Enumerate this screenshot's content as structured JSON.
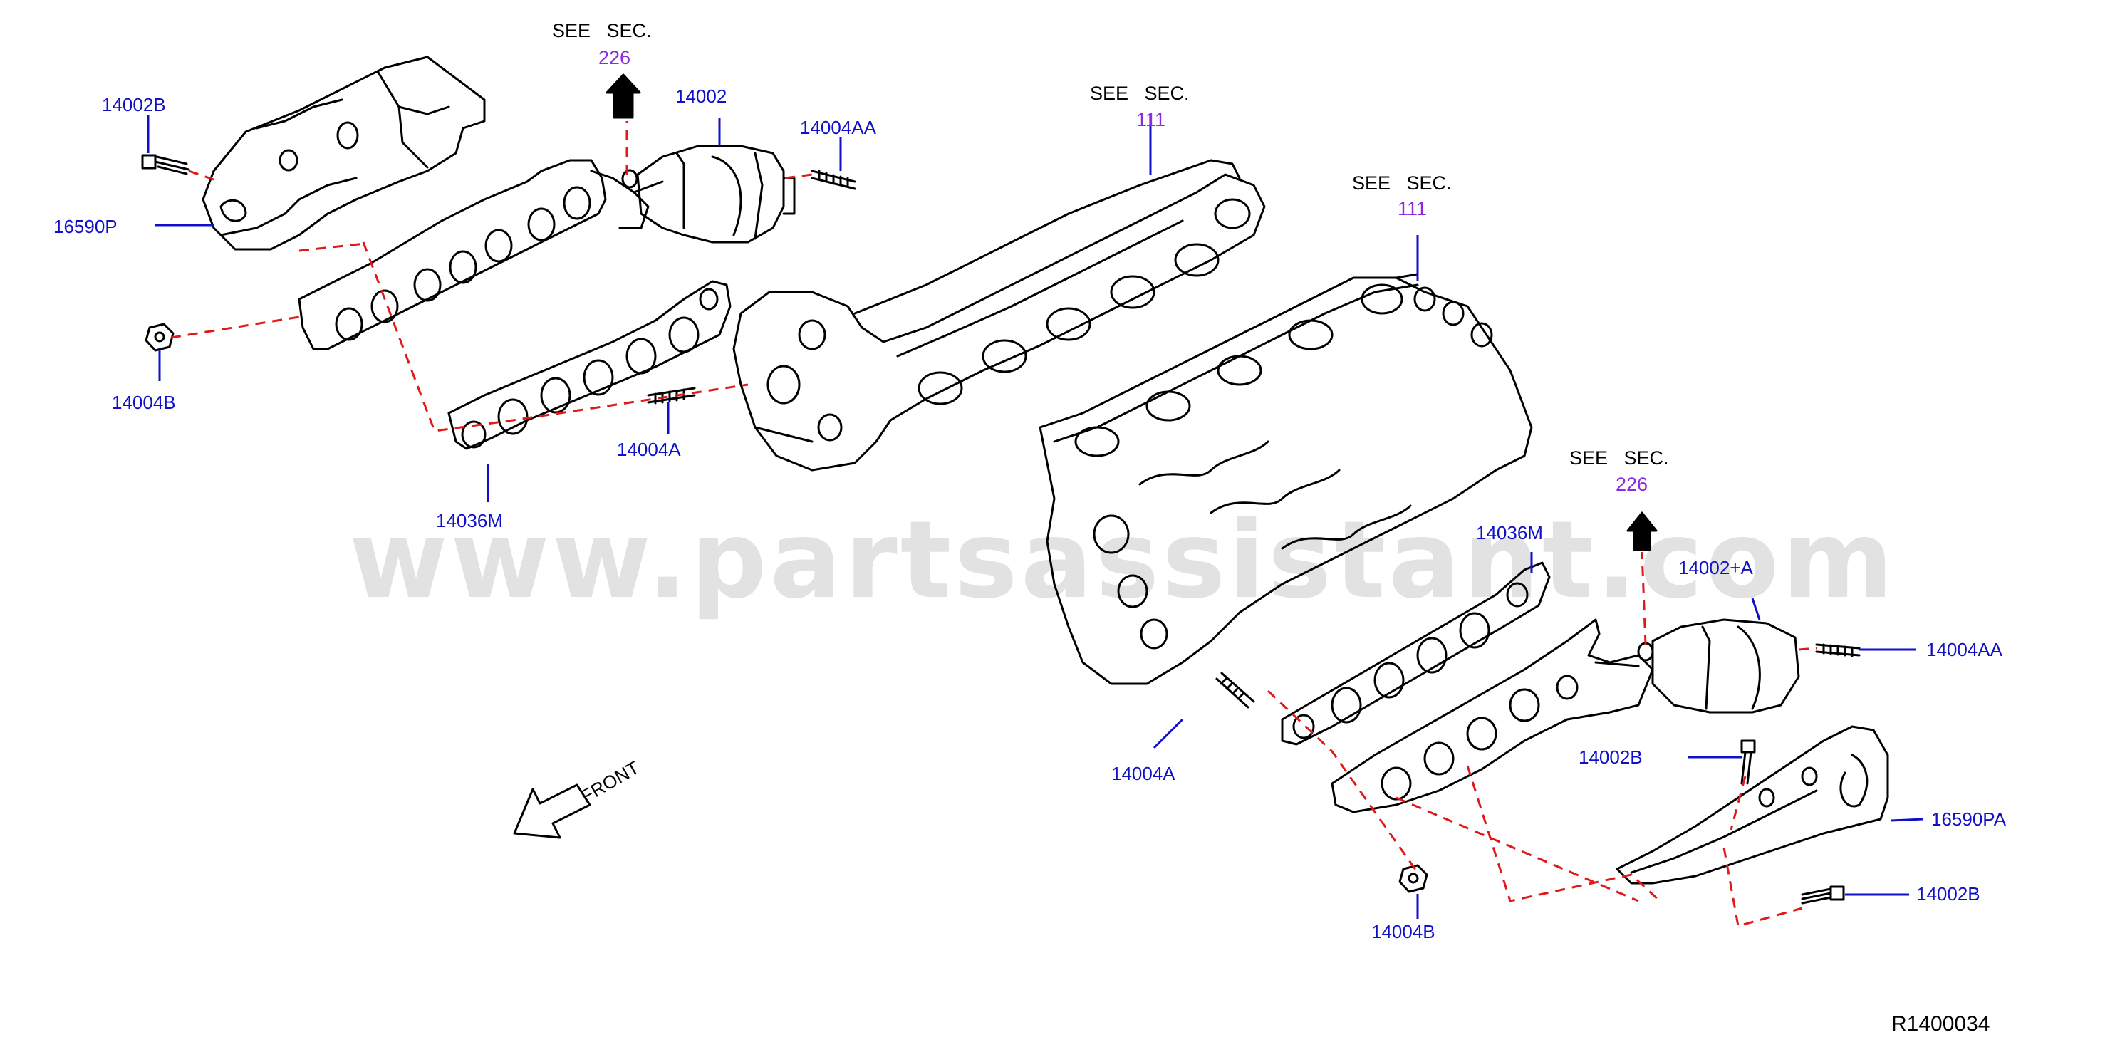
{
  "diagram": {
    "watermark": "www.partsassistant.com",
    "diagram_id": "R1400034",
    "front_label": "FRONT",
    "see_text": "SEE   SEC.",
    "references": {
      "sec_226_top": "226",
      "sec_111_upper": "111",
      "sec_111_lower": "111",
      "sec_226_right": "226"
    },
    "callouts": {
      "p14002B_left": "14002B",
      "p16590P": "16590P",
      "p14004B_left": "14004B",
      "p14002": "14002",
      "p14004AA_left": "14004AA",
      "p14004A_left": "14004A",
      "p14036M_left": "14036M",
      "p14036M_right": "14036M",
      "p14002A": "14002+A",
      "p14004AA_right": "14004AA",
      "p14004A_right": "14004A",
      "p14002B_mid": "14002B",
      "p16590PA": "16590PA",
      "p14002B_right": "14002B",
      "p14004B_right": "14004B"
    },
    "colors": {
      "label": "#1010c8",
      "reference": "#8a2be2",
      "dashed_leader": "#e01818",
      "line_art": "#000000",
      "watermark": "#e2e2e2"
    }
  }
}
